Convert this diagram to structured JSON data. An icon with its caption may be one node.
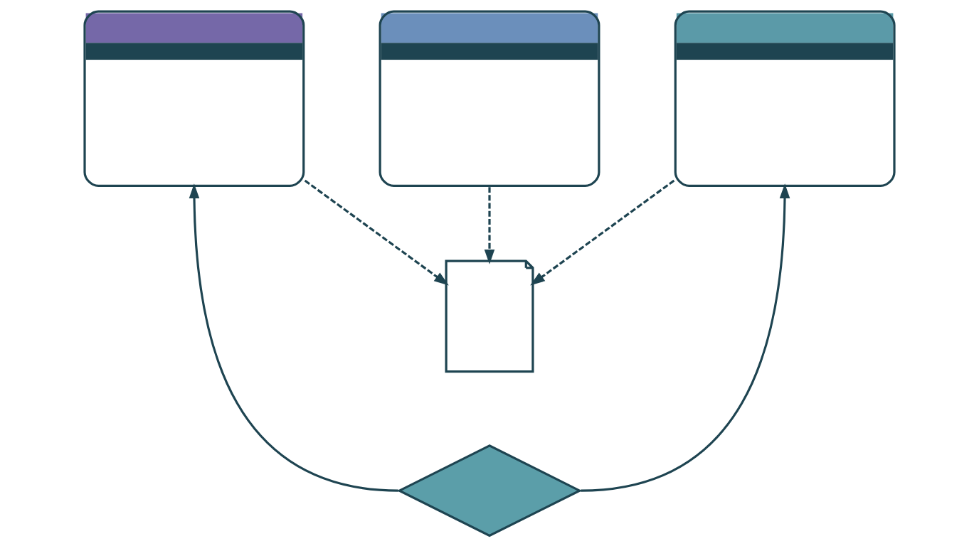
{
  "diagram": {
    "nodes": [
      {
        "text": [],
        "shape": "picture"
      },
      {
        "text": [],
        "shape": "picture"
      },
      {
        "text": [],
        "shape": "picture"
      },
      {
        "text": [],
        "shape": "picture"
      },
      {
        "text": [],
        "shape": "picture"
      }
    ],
    "edges": [
      {
        "from": 0,
        "to": 3,
        "arrow": "to",
        "style": "dashed"
      },
      {
        "from": 1,
        "to": 3,
        "arrow": "to",
        "style": "dashed"
      },
      {
        "from": 2,
        "to": 3,
        "arrow": "to",
        "style": "dashed"
      },
      {
        "from": 4,
        "to": 0,
        "arrow": "to"
      },
      {
        "from": 4,
        "to": 2,
        "arrow": "to"
      }
    ]
  }
}
